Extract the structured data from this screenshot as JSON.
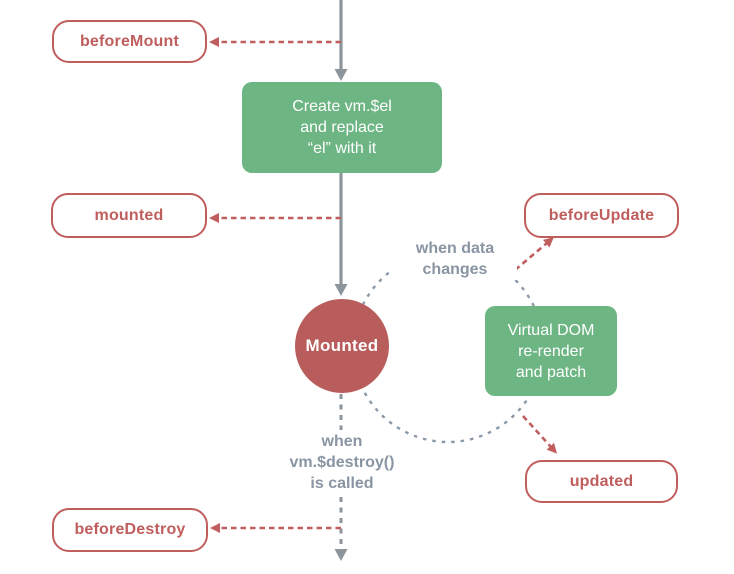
{
  "colors": {
    "green": "#6db583",
    "red": "#c05e5e",
    "circle_red": "#b85c5c",
    "gray_line": "#8d959c",
    "gray_dashed": "#8b99a6",
    "gray_text": "#8a95a3",
    "background": "#ffffff"
  },
  "nodes": {
    "before_mount": "beforeMount",
    "mounted_hook": "mounted",
    "before_update": "beforeUpdate",
    "updated_hook": "updated",
    "before_destroy": "beforeDestroy",
    "mounted_state": "Mounted",
    "create_el": [
      "Create vm.$el",
      "and replace",
      "“el” with it"
    ],
    "virtual_dom": [
      "Virtual DOM",
      "re-render",
      "and patch"
    ]
  },
  "annotations": {
    "when_data_changes": [
      "when data",
      "changes"
    ],
    "when_destroy_called": [
      "when",
      "vm.$destroy()",
      "is called"
    ]
  }
}
